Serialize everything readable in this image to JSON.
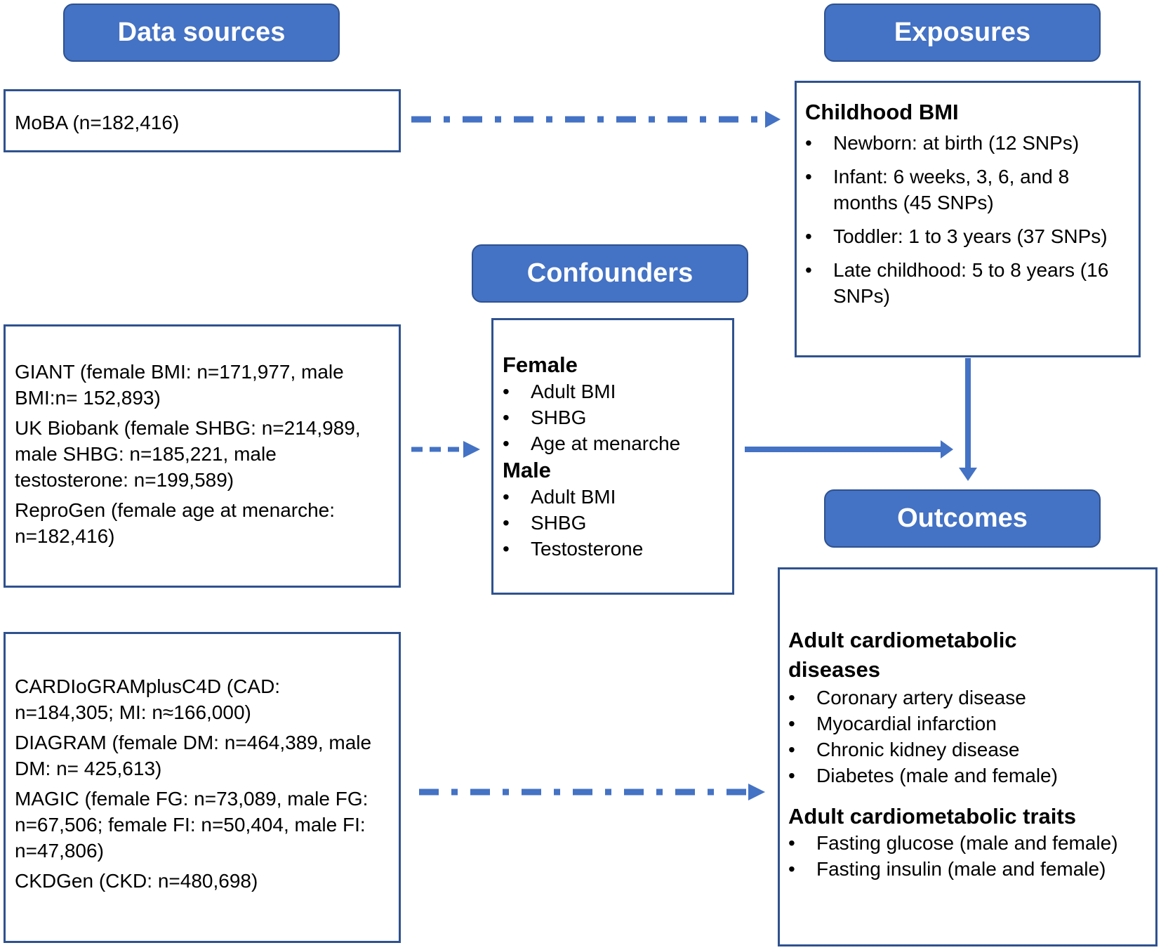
{
  "headers": {
    "data_sources": "Data sources",
    "exposures": "Exposures",
    "confounders": "Confounders",
    "outcomes": "Outcomes"
  },
  "moba": "MoBA (n=182,416)",
  "exposures_box": {
    "title": "Childhood BMI",
    "items": [
      "Newborn: at birth (12 SNPs)",
      "Infant: 6 weeks, 3, 6, and 8 months (45 SNPs)",
      "Toddler: 1 to 3 years (37 SNPs)",
      "Late childhood: 5 to 8 years (16 SNPs)"
    ]
  },
  "confounder_sources": [
    "GIANT (female BMI: n=171,977, male BMI:n= 152,893)",
    "UK Biobank (female SHBG: n=214,989, male SHBG: n=185,221, male testosterone: n=199,589)",
    "ReproGen (female age at menarche: n=182,416)"
  ],
  "confounders_box": {
    "female_title": "Female",
    "female_items": [
      "Adult BMI",
      "SHBG",
      "Age at menarche"
    ],
    "male_title": "Male",
    "male_items": [
      "Adult BMI",
      "SHBG",
      "Testosterone"
    ]
  },
  "outcome_sources": [
    "CARDIoGRAMplusC4D (CAD: n=184,305; MI: n≈166,000)",
    "DIAGRAM (female DM: n=464,389, male DM: n= 425,613)",
    "MAGIC (female FG: n=73,089, male FG: n=67,506; female FI: n=50,404, male FI: n=47,806)",
    "CKDGen (CKD: n=480,698)"
  ],
  "outcomes_box": {
    "diseases_title": "Adult cardiometabolic diseases",
    "diseases_items": [
      "Coronary artery disease",
      "Myocardial infarction",
      "Chronic kidney disease",
      "Diabetes (male and female)"
    ],
    "traits_title": "Adult cardiometabolic traits",
    "traits_items": [
      "Fasting glucose (male and female)",
      "Fasting insulin (male and female)"
    ]
  },
  "colors": {
    "header_fill": "#4472c4",
    "border": "#2f528f",
    "arrow": "#4472c4"
  }
}
